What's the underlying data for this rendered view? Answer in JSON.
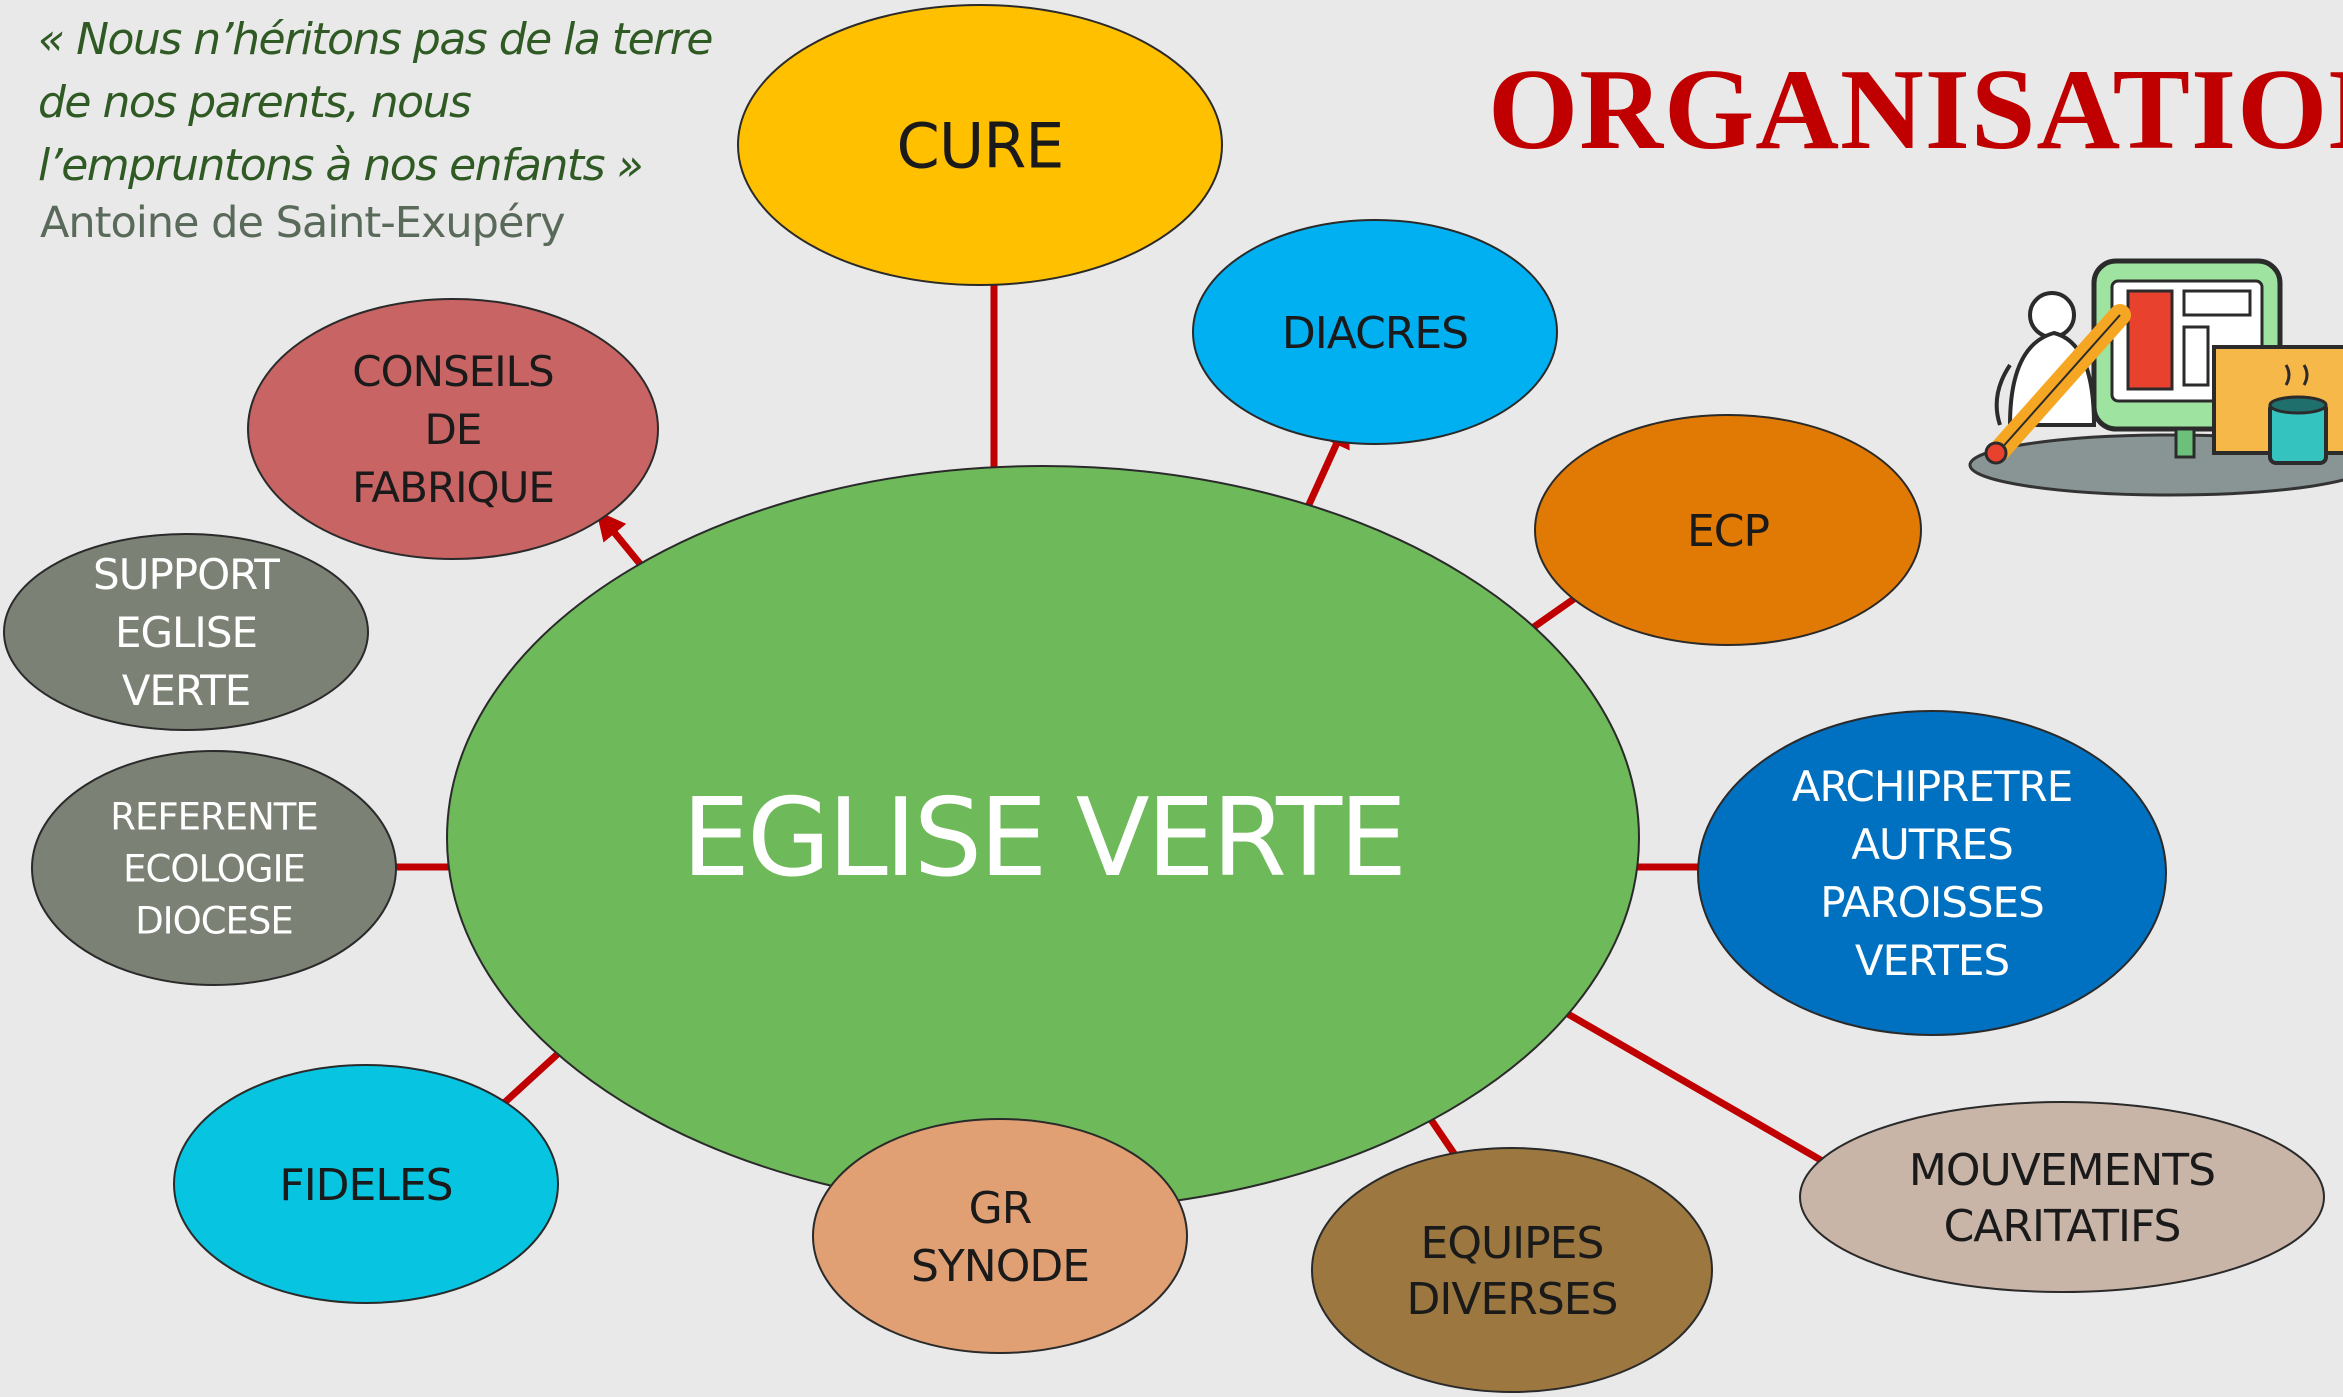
{
  "quote": {
    "lines": [
      "« Nous n’héritons pas de la terre",
      "de nos parents, nous",
      "l’empruntons à nos enfants »"
    ],
    "author": "Antoine de Saint-Exupéry"
  },
  "title": "ORGANISATION",
  "center": {
    "lines": [
      "EGLISE VERTE"
    ],
    "color": "#6eb95a"
  },
  "nodes": [
    {
      "id": "cure",
      "lines": [
        "CURE"
      ],
      "color": "#ffc000",
      "text_color": "#1a1a1a"
    },
    {
      "id": "diacres",
      "lines": [
        "DIACRES"
      ],
      "color": "#00b0f0",
      "text_color": "#1a1a1a"
    },
    {
      "id": "ecp",
      "lines": [
        "ECP"
      ],
      "color": "#e07a05",
      "text_color": "#1a1a1a"
    },
    {
      "id": "archipretre",
      "lines": [
        "ARCHIPRETRE",
        "AUTRES",
        "PAROISSES",
        "VERTES"
      ],
      "color": "#0070c0",
      "text_color": "#ffffff"
    },
    {
      "id": "mouvements",
      "lines": [
        "MOUVEMENTS",
        "CARITATIFS"
      ],
      "color": "#c9b5a8",
      "text_color": "#1a1a1a"
    },
    {
      "id": "equipes",
      "lines": [
        "EQUIPES",
        "DIVERSES"
      ],
      "color": "#9c7840",
      "text_color": "#1a1a1a"
    },
    {
      "id": "gr-synode",
      "lines": [
        "GR",
        "SYNODE"
      ],
      "color": "#e0a074",
      "text_color": "#1a1a1a"
    },
    {
      "id": "fideles",
      "lines": [
        "FIDELES"
      ],
      "color": "#07c4e0",
      "text_color": "#1a1a1a"
    },
    {
      "id": "referente",
      "lines": [
        "REFERENTE",
        "ECOLOGIE",
        "DIOCESE"
      ],
      "color": "#7b8174",
      "text_color": "#ffffff"
    },
    {
      "id": "support",
      "lines": [
        "SUPPORT",
        "EGLISE",
        "VERTE"
      ],
      "color": "#7b8174",
      "text_color": "#ffffff"
    },
    {
      "id": "conseils",
      "lines": [
        "CONSEILS",
        "DE",
        "FABRIQUE"
      ],
      "color": "#c86464",
      "text_color": "#1a1a1a"
    }
  ],
  "arrow_color": "#c00000",
  "illustration_icon": "designer-at-monitor-icon"
}
